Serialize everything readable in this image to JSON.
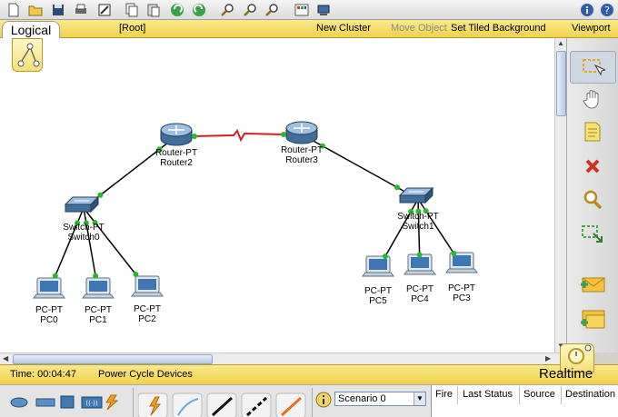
{
  "toolbar": {
    "icons": [
      "new-file-icon",
      "open-folder-icon",
      "save-icon",
      "print-icon",
      "activity-wizard-icon",
      "copy-icon",
      "paste-icon",
      "undo-icon",
      "redo-icon",
      "zoom-in-icon",
      "zoom-reset-icon",
      "zoom-out-icon",
      "palette-icon",
      "custom-device-icon",
      "info-icon",
      "help-icon"
    ]
  },
  "workspace_bar": {
    "logical_tab": "Logical",
    "root": "[Root]",
    "new_cluster": "New Cluster",
    "move_object": "Move Object",
    "set_tiled_background": "Set Tiled Background",
    "viewport": "Viewport"
  },
  "devices": [
    {
      "id": "router2",
      "type": "router",
      "model": "Router-PT",
      "name": "Router2"
    },
    {
      "id": "router3",
      "type": "router",
      "model": "Router-PT",
      "name": "Router3"
    },
    {
      "id": "switch0",
      "type": "switch",
      "model": "Switch-PT",
      "name": "Switch0"
    },
    {
      "id": "switch1",
      "type": "switch",
      "model": "Switch-PT",
      "name": "Switch1"
    },
    {
      "id": "pc0",
      "type": "pc",
      "model": "PC-PT",
      "name": "PC0"
    },
    {
      "id": "pc1",
      "type": "pc",
      "model": "PC-PT",
      "name": "PC1"
    },
    {
      "id": "pc2",
      "type": "pc",
      "model": "PC-PT",
      "name": "PC2"
    },
    {
      "id": "pc5",
      "type": "pc",
      "model": "PC-PT",
      "name": "PC5"
    },
    {
      "id": "pc4",
      "type": "pc",
      "model": "PC-PT",
      "name": "PC4"
    },
    {
      "id": "pc3",
      "type": "pc",
      "model": "PC-PT",
      "name": "PC3"
    }
  ],
  "links": [
    {
      "from": "router2",
      "to": "router3",
      "kind": "serial",
      "color": "#d02020"
    },
    {
      "from": "router2",
      "to": "switch0",
      "kind": "copper",
      "color": "#000000"
    },
    {
      "from": "router3",
      "to": "switch1",
      "kind": "copper",
      "color": "#000000"
    },
    {
      "from": "switch0",
      "to": "pc0",
      "kind": "copper",
      "color": "#000000"
    },
    {
      "from": "switch0",
      "to": "pc1",
      "kind": "copper",
      "color": "#000000"
    },
    {
      "from": "switch0",
      "to": "pc2",
      "kind": "copper",
      "color": "#000000"
    },
    {
      "from": "switch1",
      "to": "pc5",
      "kind": "copper",
      "color": "#000000"
    },
    {
      "from": "switch1",
      "to": "pc4",
      "kind": "copper",
      "color": "#000000"
    },
    {
      "from": "switch1",
      "to": "pc3",
      "kind": "copper",
      "color": "#000000"
    }
  ],
  "link_light_color": "#2fb52f",
  "palette": [
    "select-icon",
    "hand-move-icon",
    "note-icon",
    "delete-icon",
    "inspect-icon",
    "resize-shape-icon",
    "add-simple-pdu-icon",
    "add-complex-pdu-icon"
  ],
  "status": {
    "time_label": "Time: 00:04:47",
    "power_cycle": "Power Cycle Devices",
    "mode": "Realtime"
  },
  "bottom": {
    "device_category_icons": [
      "routers-icon",
      "switches-icon",
      "hubs-icon",
      "wireless-icon",
      "connections-icon"
    ],
    "connection_icons": [
      "auto-connection-icon",
      "console-cable-icon",
      "copper-straight-icon",
      "copper-cross-icon",
      "fiber-icon"
    ],
    "scenario": "Scenario 0",
    "pdu_columns": [
      "Fire",
      "Last Status",
      "Source",
      "Destination"
    ]
  }
}
